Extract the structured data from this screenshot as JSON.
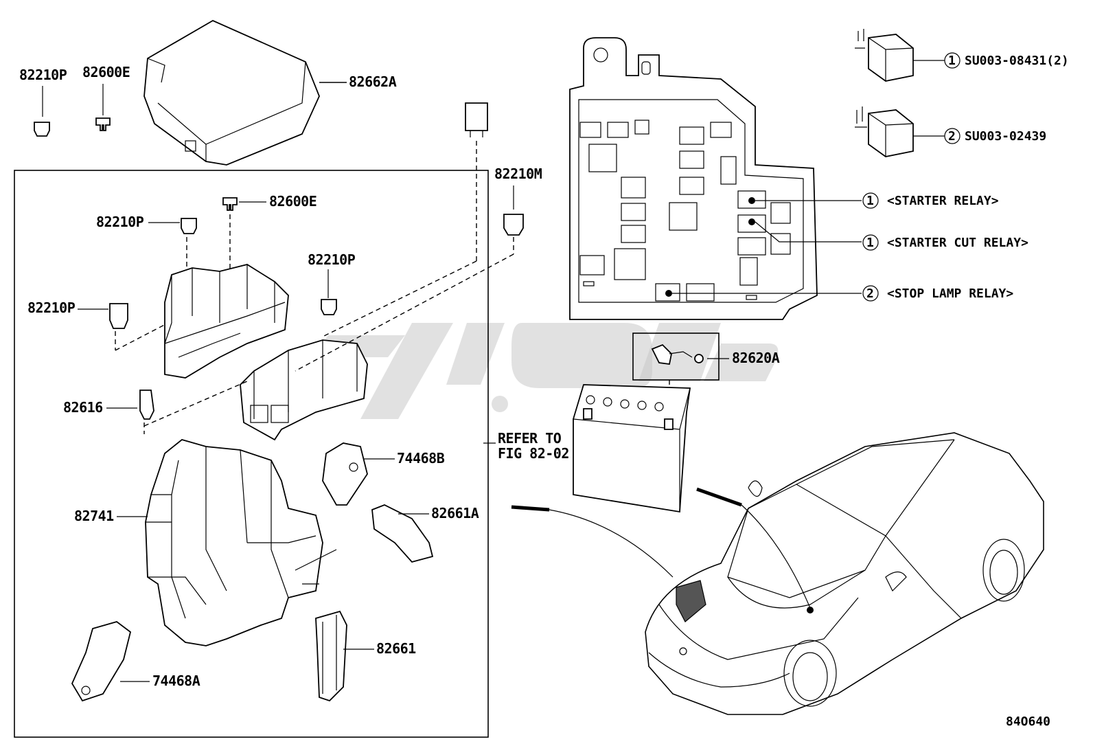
{
  "diagram": {
    "code": "84O640",
    "callouts": {
      "c82210P_top": "82210P",
      "c82600E_top": "82600E",
      "c82662A": "82662A",
      "c82600E_mid": "82600E",
      "c82210P_a": "82210P",
      "c82210P_b": "82210P",
      "c82210P_c": "82210P",
      "c82210M": "82210M",
      "c82616": "82616",
      "c74468B": "74468B",
      "c82661A": "82661A",
      "c82741": "82741",
      "c82661": "82661",
      "c74468A": "74468A",
      "c82620A": "82620A",
      "refer_line1": "REFER TO",
      "refer_line2": "FIG 82-02"
    },
    "relays": [
      {
        "marker": "1",
        "part": "SU003-08431(2)"
      },
      {
        "marker": "2",
        "part": "SU003-02439"
      }
    ],
    "relay_locations": [
      {
        "marker": "1",
        "label": "<STARTER RELAY>"
      },
      {
        "marker": "1",
        "label": "<STARTER CUT RELAY>"
      },
      {
        "marker": "2",
        "label": "<STOP LAMP RELAY>"
      }
    ]
  }
}
